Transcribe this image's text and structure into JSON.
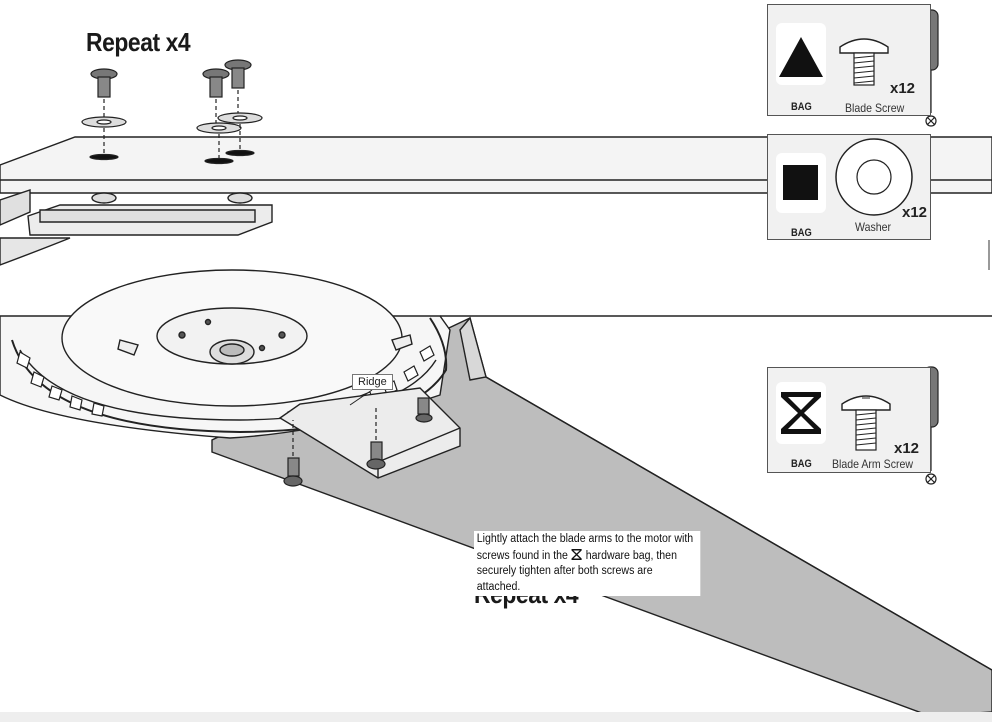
{
  "top_section": {
    "repeat_label": "Repeat x4",
    "hardware": [
      {
        "bag_symbol": "triangle",
        "bag_label": "BAG",
        "part_name": "Blade Screw",
        "quantity": "x12",
        "tool": "screwdriver-icon"
      },
      {
        "bag_symbol": "square",
        "bag_label": "BAG",
        "part_name": "Washer",
        "quantity": "x12"
      }
    ]
  },
  "bottom_section": {
    "repeat_label": "Repeat x4",
    "ridge_callout": "Ridge",
    "hardware": [
      {
        "bag_symbol": "hourglass",
        "bag_label": "BAG",
        "part_name": "Blade Arm Screw",
        "quantity": "x12",
        "tool": "screwdriver-icon"
      }
    ],
    "instruction": {
      "part1": "Lightly attach the blade arms to the motor with screws found in the",
      "symbol": "hourglass-icon",
      "part2": "hardware bag, then securely tighten after both screws are attached."
    }
  },
  "colors": {
    "line": "#222222",
    "blade_fill": "#bdbdbd",
    "panel_fill": "#f1f1f1",
    "light_fill": "#eeeeee"
  }
}
